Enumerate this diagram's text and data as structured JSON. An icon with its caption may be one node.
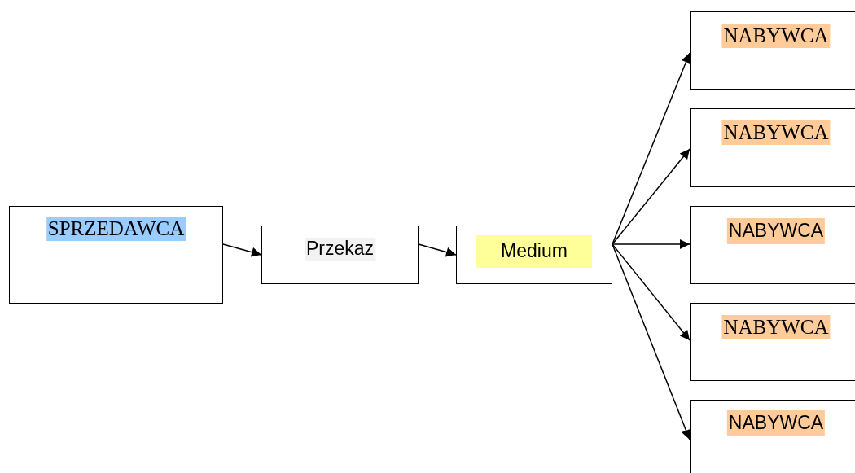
{
  "diagram": {
    "nodes": [
      {
        "text": [
          "SPRZEDAWCA"
        ]
      },
      {
        "text": [
          "Przekaz"
        ]
      },
      {
        "text": [
          "Medium"
        ]
      },
      {
        "text": [
          "NABYWCA"
        ]
      },
      {
        "text": [
          "NABYWCA"
        ]
      },
      {
        "text": [
          "NABYWCA"
        ]
      },
      {
        "text": [
          "NABYWCA"
        ]
      },
      {
        "text": [
          "NABYWCA"
        ]
      }
    ],
    "edges": [
      {
        "from": 0,
        "to": 1,
        "arrow": "to"
      },
      {
        "from": 1,
        "to": 2,
        "arrow": "to"
      },
      {
        "from": 2,
        "to": 3,
        "arrow": "to"
      },
      {
        "from": 2,
        "to": 4,
        "arrow": "to"
      },
      {
        "from": 2,
        "to": 5,
        "arrow": "to"
      },
      {
        "from": 2,
        "to": 6,
        "arrow": "to"
      },
      {
        "from": 2,
        "to": 7,
        "arrow": "to"
      }
    ]
  }
}
